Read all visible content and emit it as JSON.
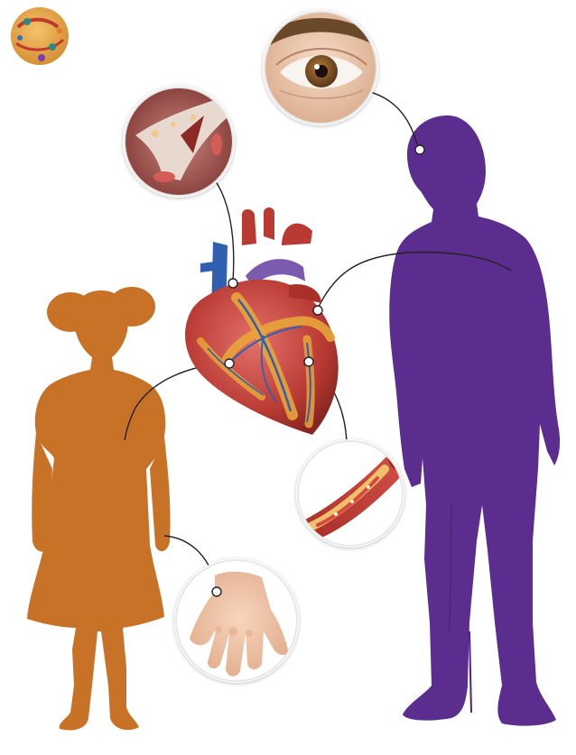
{
  "colors": {
    "background": "#ffffff",
    "adult_silhouette": "#5b2d8e",
    "child_silhouette": "#c77227",
    "heart_muscle": "#b83a33",
    "heart_fat": "#e8a43a",
    "aorta_blue": "#2f5fae",
    "pulmonary_purple": "#7a5bb0",
    "connector_line": "#222222"
  },
  "figures": [
    {
      "id": "adult",
      "depicts": "adult-silhouette",
      "color_key": "adult_silhouette"
    },
    {
      "id": "child",
      "depicts": "child-silhouette",
      "color_key": "child_silhouette"
    }
  ],
  "insets": [
    {
      "id": "eye",
      "depicts": "eye-with-lipid-deposits",
      "icon": "eye-icon"
    },
    {
      "id": "valve",
      "depicts": "heart-valve-cross-section",
      "icon": "valve-icon"
    },
    {
      "id": "artery",
      "depicts": "artery-with-plaque",
      "icon": "artery-icon"
    },
    {
      "id": "hand",
      "depicts": "hand-with-xanthomas",
      "icon": "hand-icon"
    },
    {
      "id": "cholesterol",
      "depicts": "cholesterol-particle",
      "icon": "particle-icon"
    }
  ],
  "central_organ": {
    "id": "heart",
    "icon": "heart-icon"
  }
}
